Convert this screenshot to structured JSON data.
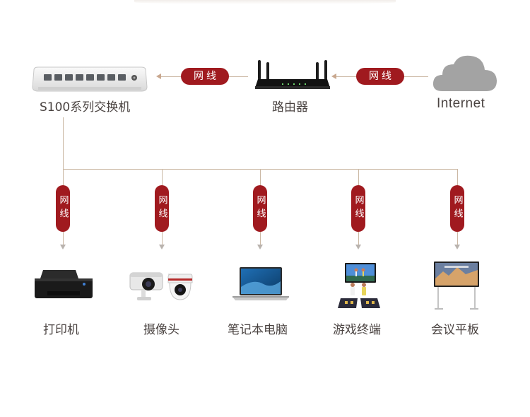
{
  "colors": {
    "accent": "#a01a1f",
    "line": "#cbb8a4",
    "text": "#4a4341"
  },
  "nodes": {
    "switch": {
      "label": "S100系列交换机",
      "icon": "network-switch"
    },
    "router": {
      "label": "路由器",
      "icon": "router"
    },
    "internet": {
      "label": "Internet",
      "icon": "cloud"
    }
  },
  "connections": {
    "internet_to_router": "网线",
    "router_to_switch": "网线"
  },
  "devices": [
    {
      "label": "打印机",
      "cable": "网线",
      "icon": "printer"
    },
    {
      "label": "摄像头",
      "cable": "网线",
      "icon": "security-camera"
    },
    {
      "label": "笔记本电脑",
      "cable": "网线",
      "icon": "laptop"
    },
    {
      "label": "游戏终端",
      "cable": "网线",
      "icon": "game-terminal"
    },
    {
      "label": "会议平板",
      "cable": "网线",
      "icon": "conference-display"
    }
  ]
}
